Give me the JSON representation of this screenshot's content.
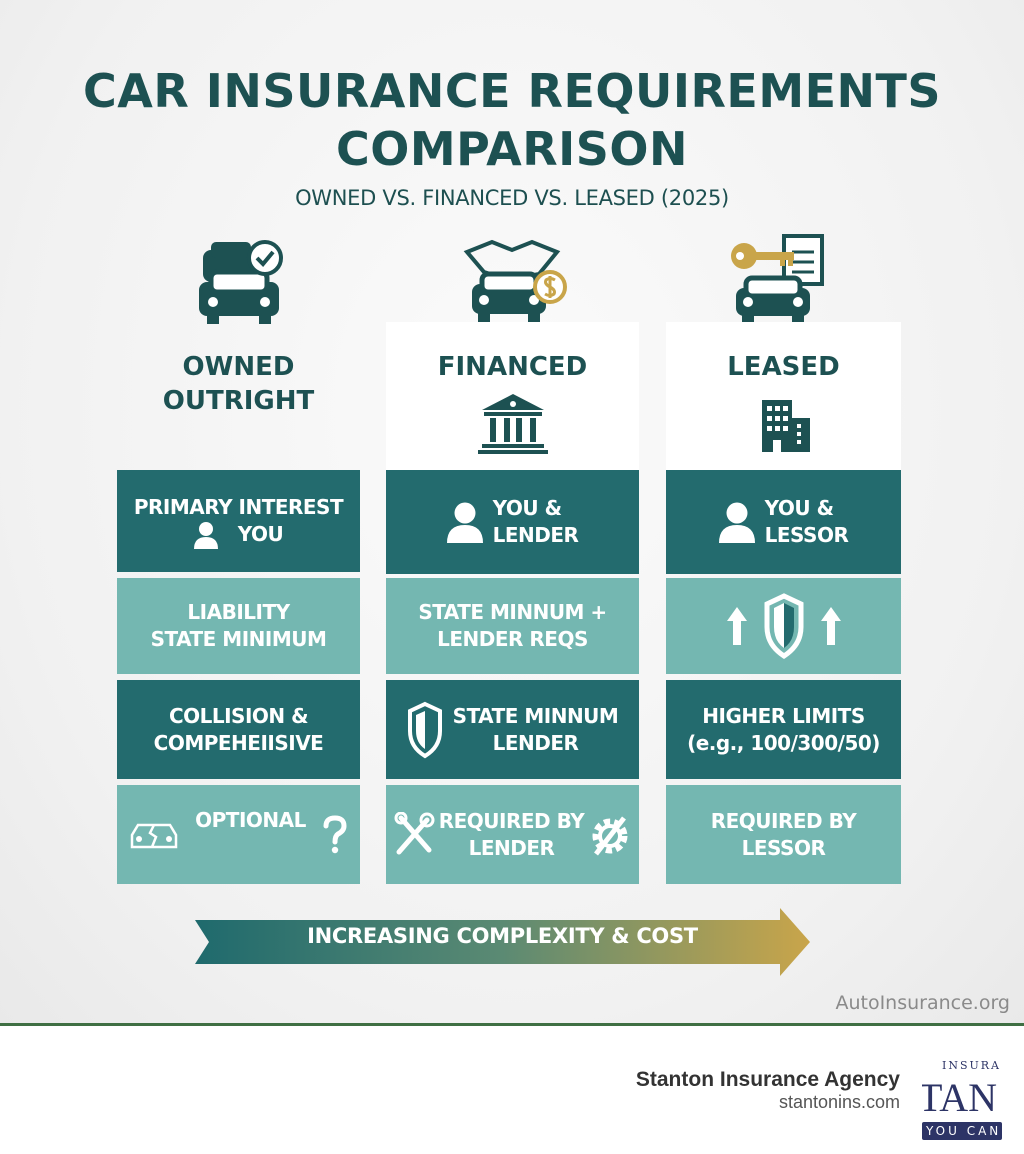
{
  "title": {
    "line1": "CAR INSURANCE REQUIREMENTS",
    "line2": "COMPARISON"
  },
  "subtitle": "OWNED VS. FINANCED VS. LEASED (2025)",
  "colors": {
    "dark": "#236b6e",
    "light": "#74b7b1",
    "title": "#1d5152",
    "gold": "#c9a54a"
  },
  "columns": [
    {
      "heading_line1": "OWNED",
      "heading_line2": "OUTRIGHT",
      "icon": "cars-check-icon",
      "cells": [
        {
          "line1": "PRIMARY INTEREST",
          "line2": "YOU",
          "icon": "person-icon"
        },
        {
          "line1": "LIABILITY",
          "line2": "STATE MINIMUM"
        },
        {
          "line1": "COLLISION &",
          "line2": "COMPEHEIISIVE"
        },
        {
          "line1": "OPTIONAL",
          "line2": "",
          "icon": "damaged-car-icon",
          "icon2": "question-icon"
        }
      ]
    },
    {
      "heading_line1": "FINANCED",
      "heading_line2": "",
      "icon": "handshake-car-dollar-icon",
      "sub_icon": "bank-icon",
      "cells": [
        {
          "line1": "YOU &",
          "line2": "LENDER",
          "icon": "person-icon"
        },
        {
          "line1": "STATE MINNUM +",
          "line2": "LENDER REQS"
        },
        {
          "line1": "STATE MINNUM",
          "line2": "LENDER",
          "icon": "shield-icon"
        },
        {
          "line1": "REQUIRED BY",
          "line2": "LENDER",
          "icon": "tools-icon",
          "icon2": "gear-icon"
        }
      ]
    },
    {
      "heading_line1": "LEASED",
      "heading_line2": "",
      "icon": "key-document-car-icon",
      "sub_icon": "building-icon",
      "cells": [
        {
          "line1": "YOU &",
          "line2": "LESSOR",
          "icon": "person-icon"
        },
        {
          "line1": "",
          "line2": "",
          "icon": "shield-up-arrows-icon"
        },
        {
          "line1": "HIGHER LIMITS",
          "line2": "(e.g., 100/300/50)"
        },
        {
          "line1": "REQUIRED BY",
          "line2": "LESSOR"
        }
      ]
    }
  ],
  "arrow_label": "INCREASING COMPLEXITY & COST",
  "source": "AutoInsurance.org",
  "footer": {
    "agency": "Stanton Insurance Agency",
    "url": "stantonins.com",
    "logo_text_top": "INSURA",
    "logo_text_main": "TAN",
    "logo_text_bottom": "YOU CAN"
  }
}
